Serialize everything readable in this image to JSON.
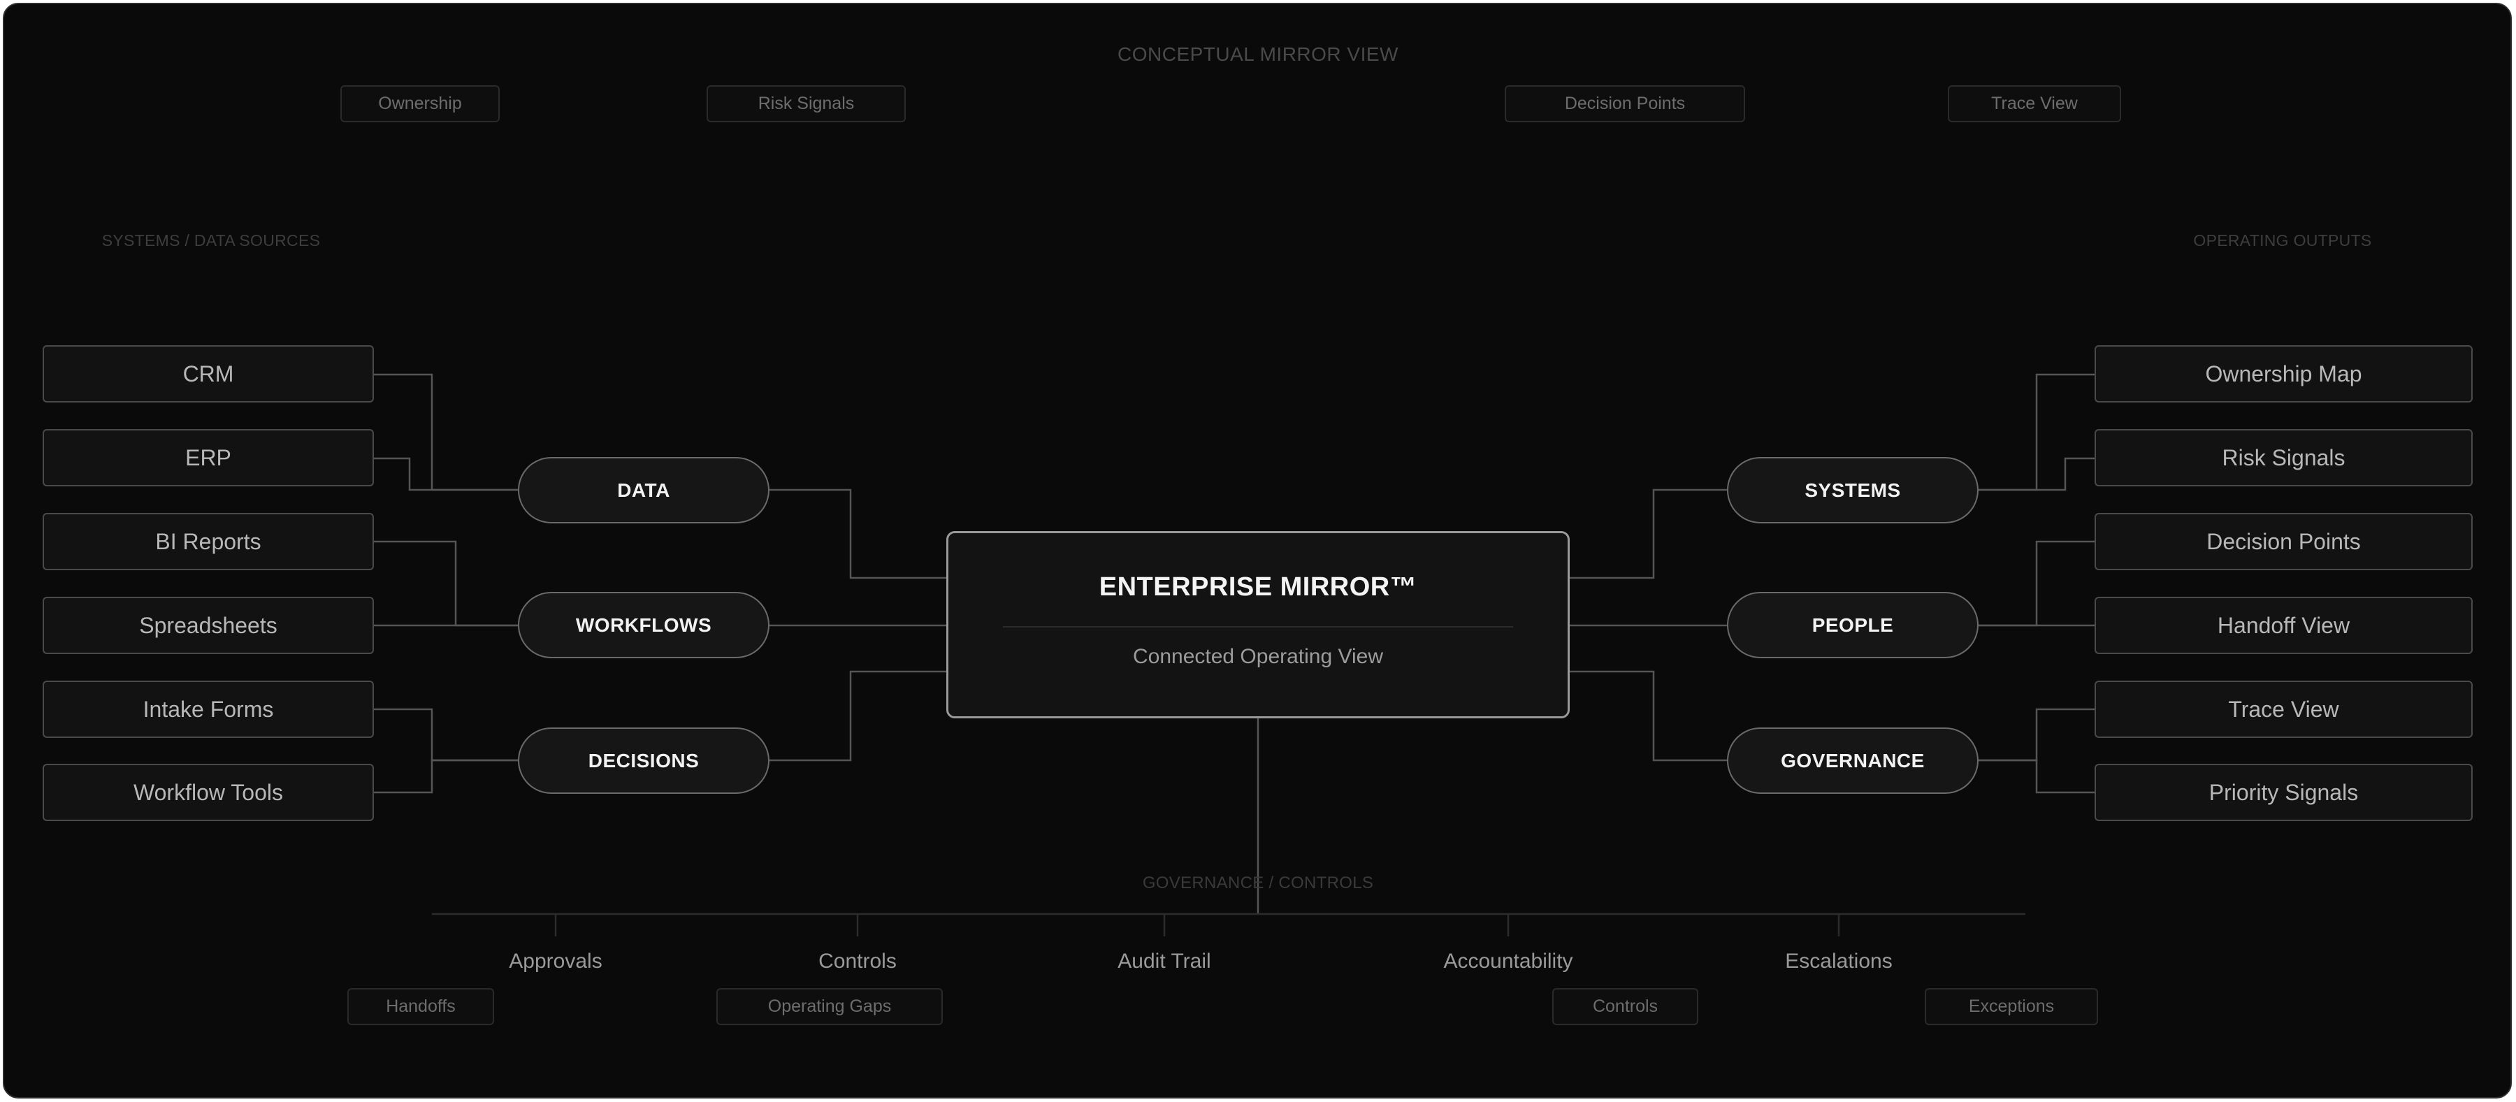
{
  "header": {
    "title": "CONCEPTUAL MIRROR VIEW",
    "chips": [
      "Ownership",
      "Risk Signals",
      "Decision Points",
      "Trace View"
    ]
  },
  "left_column": {
    "title": "SYSTEMS / DATA SOURCES",
    "items": [
      "CRM",
      "ERP",
      "BI Reports",
      "Spreadsheets",
      "Intake Forms",
      "Workflow Tools"
    ]
  },
  "right_column": {
    "title": "OPERATING OUTPUTS",
    "items": [
      "Ownership Map",
      "Risk Signals",
      "Decision Points",
      "Handoff View",
      "Trace View",
      "Priority Signals"
    ]
  },
  "left_hubs": [
    "DATA",
    "WORKFLOWS",
    "DECISIONS"
  ],
  "right_hubs": [
    "SYSTEMS",
    "PEOPLE",
    "GOVERNANCE"
  ],
  "center": {
    "title": "ENTERPRISE MIRROR™",
    "subtitle": "Connected Operating View"
  },
  "governance": {
    "title": "GOVERNANCE / CONTROLS",
    "items": [
      "Approvals",
      "Controls",
      "Audit Trail",
      "Accountability",
      "Escalations"
    ],
    "chips": [
      "Handoffs",
      "Operating Gaps",
      "Controls",
      "Exceptions"
    ]
  },
  "colors": {
    "background": "#0a0a0a",
    "border": "#4a4a4a",
    "connector": "#555555",
    "text_primary": "#f2f2f2",
    "text_muted": "#6d6d6d"
  }
}
